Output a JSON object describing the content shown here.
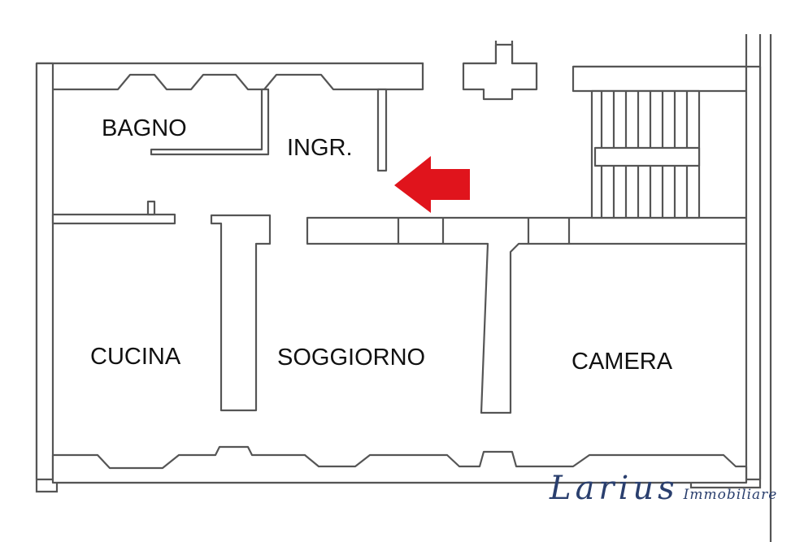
{
  "rooms": {
    "bagno": "BAGNO",
    "ingresso": "INGR.",
    "cucina": "CUCINA",
    "soggiorno": "SOGGIORNO",
    "camera": "CAMERA"
  },
  "logo": {
    "brand": "Larius",
    "subtitle": "Immobiliare"
  },
  "colors": {
    "arrow": "#e0141c",
    "walls": "#555555",
    "logo": "#2a3f6e"
  }
}
